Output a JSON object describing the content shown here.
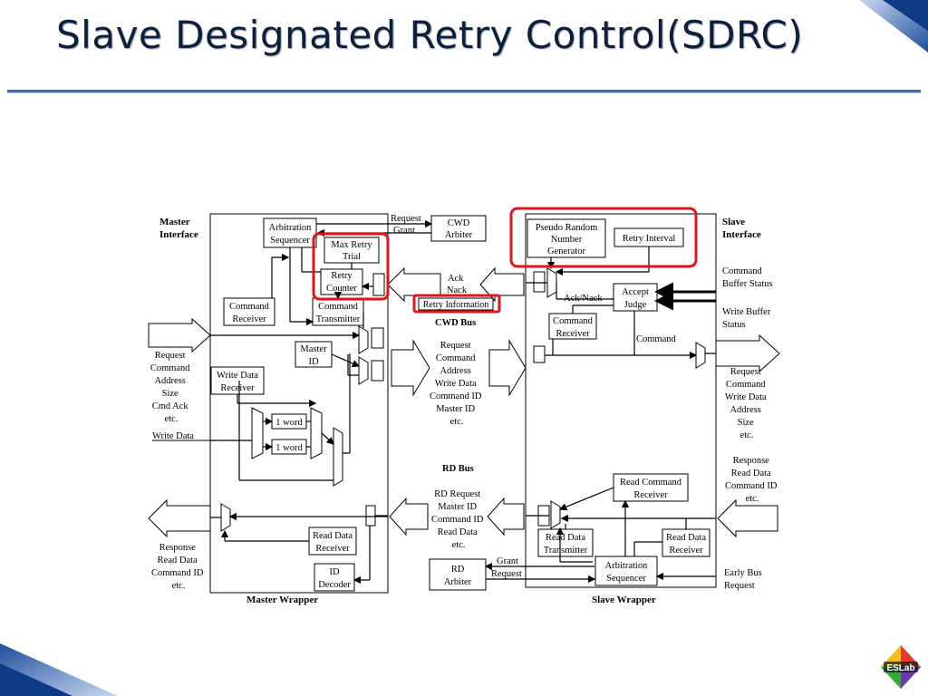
{
  "slide": {
    "title": "Slave Designated Retry Control(SDRC)"
  },
  "logo": {
    "text": "ESLab"
  },
  "master": {
    "interface_label": [
      "Master",
      "Interface"
    ],
    "wrapper_label": "Master Wrapper",
    "arbitration_sequencer": [
      "Arbitration",
      "Sequencer"
    ],
    "max_retry_trial": [
      "Max Retry",
      "Trial"
    ],
    "retry_counter": [
      "Retry",
      "Counter"
    ],
    "command_receiver": [
      "Command",
      "Receiver"
    ],
    "command_transmitter": [
      "Command",
      "Transmitter"
    ],
    "master_id": [
      "Master",
      "ID"
    ],
    "write_data_receiver": [
      "Write Data",
      "Receiver"
    ],
    "one_word_a": "1 word",
    "one_word_b": "1 word",
    "read_data_receiver": [
      "Read Data",
      "Receiver"
    ],
    "id_decoder": [
      "ID",
      "Decoder"
    ],
    "in_signals": [
      "Request",
      "Command",
      "Address",
      "Size",
      "Cmd Ack",
      "etc."
    ],
    "write_data": "Write Data",
    "out_signals": [
      "Response",
      "Read Data",
      "Command ID",
      "etc."
    ]
  },
  "bus": {
    "request": "Request",
    "grant": "Grant",
    "cwd_arbiter": [
      "CWD",
      "Arbiter"
    ],
    "ack_nack": [
      "Ack",
      "Nack"
    ],
    "retry_information": "Retry Information",
    "cwd_bus": "CWD Bus",
    "cwd_signals": [
      "Request",
      "Command",
      "Address",
      "Write Data",
      "Command ID",
      "Master ID",
      "etc."
    ],
    "rd_bus": "RD Bus",
    "rd_signals": [
      "RD Request",
      "Master ID",
      "Command ID",
      "Read Data",
      "etc."
    ],
    "rd_arbiter": [
      "RD",
      "Arbiter"
    ],
    "rd_grant": "Grant",
    "rd_request": "Request"
  },
  "slave": {
    "interface_label": [
      "Slave",
      "Interface"
    ],
    "wrapper_label": "Slave Wrapper",
    "prng": [
      "Pseudo Random",
      "Number",
      "Generator"
    ],
    "retry_interval": "Retry Interval",
    "accept_judge": [
      "Accept",
      "Judge"
    ],
    "ack_nack": "Ack/Nack",
    "command_receiver": [
      "Command",
      "Receiver"
    ],
    "command": "Command",
    "read_command_receiver": [
      "Read Command",
      "Receiver"
    ],
    "read_data_transmitter": [
      "Read Data",
      "Transmitter"
    ],
    "read_data_receiver": [
      "Read Data",
      "Receiver"
    ],
    "arbitration_sequencer": [
      "Arbitration",
      "Sequencer"
    ],
    "command_buffer_status": [
      "Command",
      "Buffer Status"
    ],
    "write_buffer_status": [
      "Write Buffer",
      "Status"
    ],
    "out_signals": [
      "Request",
      "Command",
      "Write Data",
      "Address",
      "Size",
      "etc."
    ],
    "response_signals": [
      "Response",
      "Read Data",
      "Command ID",
      "etc."
    ],
    "early_bus_request": [
      "Early Bus",
      "Request"
    ]
  },
  "colors": {
    "highlight": "#e0141c",
    "title_rule": "#4a6aa8",
    "title": "#0e1f3a"
  }
}
